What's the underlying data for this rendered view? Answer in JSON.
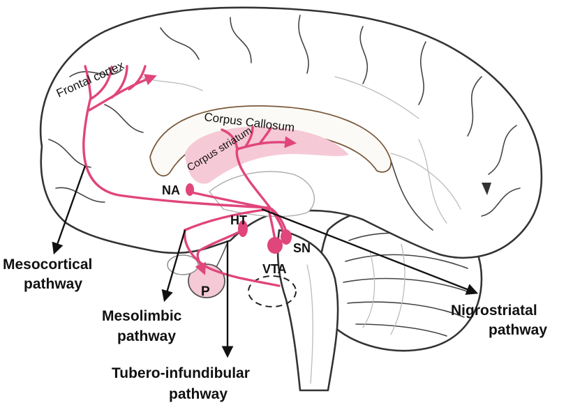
{
  "colors": {
    "pathway": "#e0457b",
    "striatum_fill": "#f6c9d6",
    "pituitary_fill": "#f6c9d6",
    "outline": "#333333",
    "corpus_callosum_stroke": "#7a5a3c"
  },
  "regions": {
    "frontal_cortex": "Frontal cortex",
    "corpus_callosum": "Corpus Callosum",
    "corpus_striatum": "Corpus striatum",
    "na": "NA",
    "ht": "HT",
    "sn": "SN",
    "vta": "VTA",
    "p": "P"
  },
  "pathways": {
    "mesocortical": [
      "Mesocortical",
      "pathway"
    ],
    "mesolimbic": [
      "Mesolimbic",
      "pathway"
    ],
    "tuberoinfundibular": [
      "Tubero-infundibular",
      "pathway"
    ],
    "nigrostriatal": [
      "Nigrostriatal",
      "pathway"
    ]
  }
}
